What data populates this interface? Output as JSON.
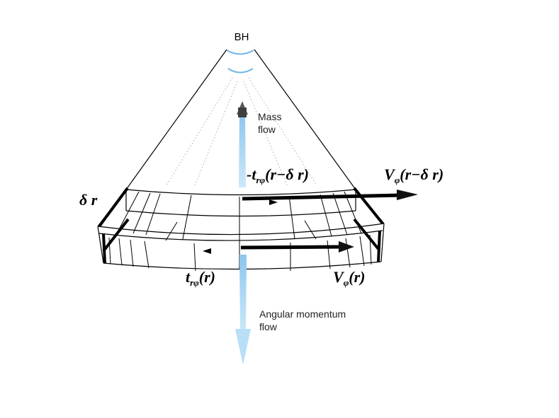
{
  "labels": {
    "bh": "BH",
    "mass_flow_line1": "Mass",
    "mass_flow_line2": "flow",
    "angular_flow_line1": "Angular momentum",
    "angular_flow_line2": "flow",
    "delta_r": "δ r",
    "stress_outer": "-t",
    "stress_outer_sub": "rφ",
    "stress_outer_arg": "(r−δ r)",
    "velocity_outer": "V",
    "velocity_outer_sub": "φ",
    "velocity_outer_arg": "(r−δ r)",
    "stress_inner": "t",
    "stress_inner_sub": "rφ",
    "stress_inner_arg": "(r)",
    "velocity_inner": "V",
    "velocity_inner_sub": "φ",
    "velocity_inner_arg": "(r)"
  },
  "colors": {
    "line": "#000000",
    "arrow_blue": "#a9d4f2",
    "arrow_blue_dark": "#6fb3e3",
    "bh_arc": "#6fb6ea"
  }
}
